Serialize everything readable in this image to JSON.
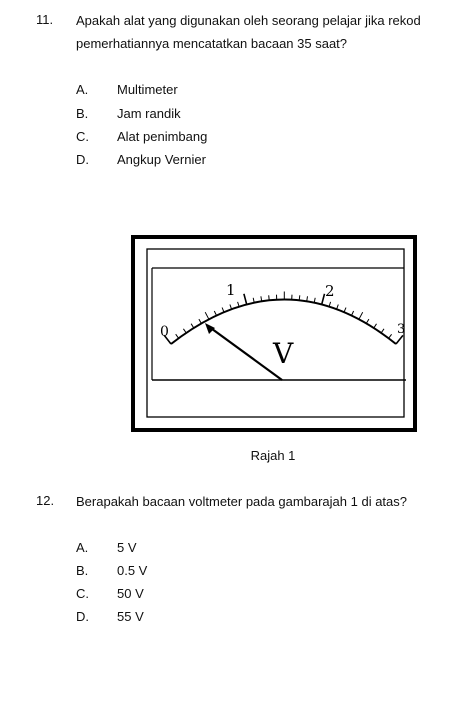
{
  "q11": {
    "number": "11.",
    "text": "Apakah alat yang digunakan oleh seorang pelajar jika rekod pemerhatiannya mencatatkan bacaan 35 saat?",
    "options": [
      {
        "letter": "A.",
        "text": "Multimeter"
      },
      {
        "letter": "B.",
        "text": "Jam randik"
      },
      {
        "letter": "C.",
        "text": "Alat penimbang"
      },
      {
        "letter": "D.",
        "text": "Angkup Vernier"
      }
    ]
  },
  "figure": {
    "scale_labels": [
      "0",
      "1",
      "2",
      "3"
    ],
    "unit_label": "V",
    "caption": "Rajah 1"
  },
  "q12": {
    "number": "12.",
    "text": "Berapakah bacaan voltmeter pada gambarajah 1 di atas?",
    "options": [
      {
        "letter": "A.",
        "text": "5 V"
      },
      {
        "letter": "B.",
        "text": "0.5 V"
      },
      {
        "letter": "C.",
        "text": "50 V"
      },
      {
        "letter": "D.",
        "text": "55 V"
      }
    ]
  }
}
